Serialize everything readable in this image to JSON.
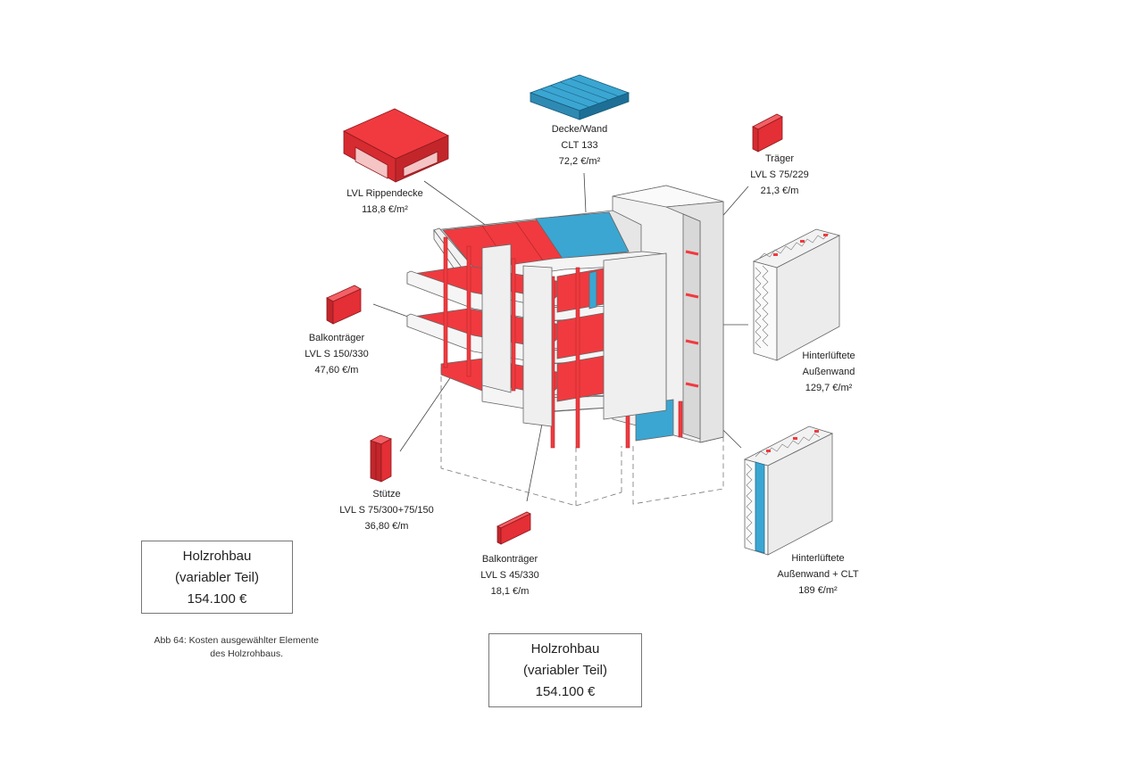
{
  "components": {
    "lvl_rippendecke": {
      "name": "LVL Rippendecke",
      "price": "118,8 €/m²"
    },
    "decke_wand": {
      "name": "Decke/Wand",
      "spec": "CLT 133",
      "price": "72,2 €/m²"
    },
    "traeger": {
      "name": "Träger",
      "spec": "LVL S 75/229",
      "price": "21,3 €/m"
    },
    "balkontraeger_1": {
      "name": "Balkonträger",
      "spec": "LVL S  150/330",
      "price": "47,60 €/m"
    },
    "aussenwand": {
      "name_line1": "Hinterlüftete",
      "name_line2": "Außenwand",
      "price": "129,7 €/m²"
    },
    "stuetze": {
      "name": "Stütze",
      "spec": "LVL S 75/300+75/150",
      "price": "36,80 €/m"
    },
    "balkontraeger_2": {
      "name": "Balkonträger",
      "spec": "LVL S 45/330",
      "price": "18,1 €/m"
    },
    "aussenwand_clt": {
      "name_line1": "Hinterlüftete",
      "name_line2": "Außenwand + CLT",
      "price": "189 €/m²"
    }
  },
  "summary_box_1": {
    "line1": "Holzrohbau",
    "line2": "(variabler Teil)",
    "line3": "154.100 €"
  },
  "summary_box_2": {
    "line1": "Holzrohbau",
    "line2": "(variabler Teil)",
    "line3": "154.100 €"
  },
  "caption": {
    "line1": "Abb 64: Kosten ausgewählter Elemente",
    "line2": "des Holzrohbaus."
  },
  "colors": {
    "red": "#f03a3f",
    "dark_red": "#c2262b",
    "blue": "#3ba6d2",
    "dark_blue": "#1d6f95",
    "gray": "#e9e9e9",
    "line": "#555555"
  }
}
